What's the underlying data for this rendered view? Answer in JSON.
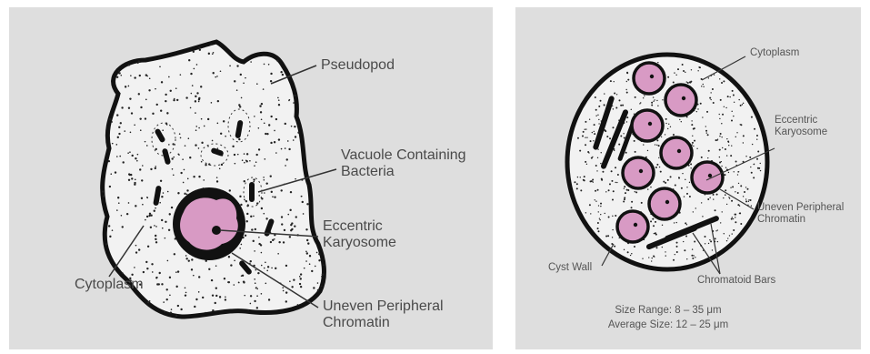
{
  "left_figure": {
    "labels": {
      "pseudopod": "Pseudopod",
      "vacuole_line1": "Vacuole Containing",
      "vacuole_line2": "Bacteria",
      "karyosome_line1": "Eccentric",
      "karyosome_line2": "Karyosome",
      "cytoplasm": "Cytoplasm",
      "chromatin_line1": "Uneven Peripheral",
      "chromatin_line2": "Chromatin"
    }
  },
  "right_figure": {
    "labels": {
      "cytoplasm": "Cytoplasm",
      "karyosome_line1": "Eccentric",
      "karyosome_line2": "Karyosome",
      "chromatin_line1": "Uneven Peripheral",
      "chromatin_line2": "Chromatin",
      "cyst_wall": "Cyst Wall",
      "chromatoid_bars": "Chromatoid Bars"
    },
    "size_range": "Size Range: 8 – 35 μm",
    "average_size": "Average Size: 12 – 25 μm"
  },
  "colors": {
    "background": "#dedede",
    "outline": "#111111",
    "nucleus_fill": "#d89ac4",
    "label_text": "#4a4a4a"
  }
}
